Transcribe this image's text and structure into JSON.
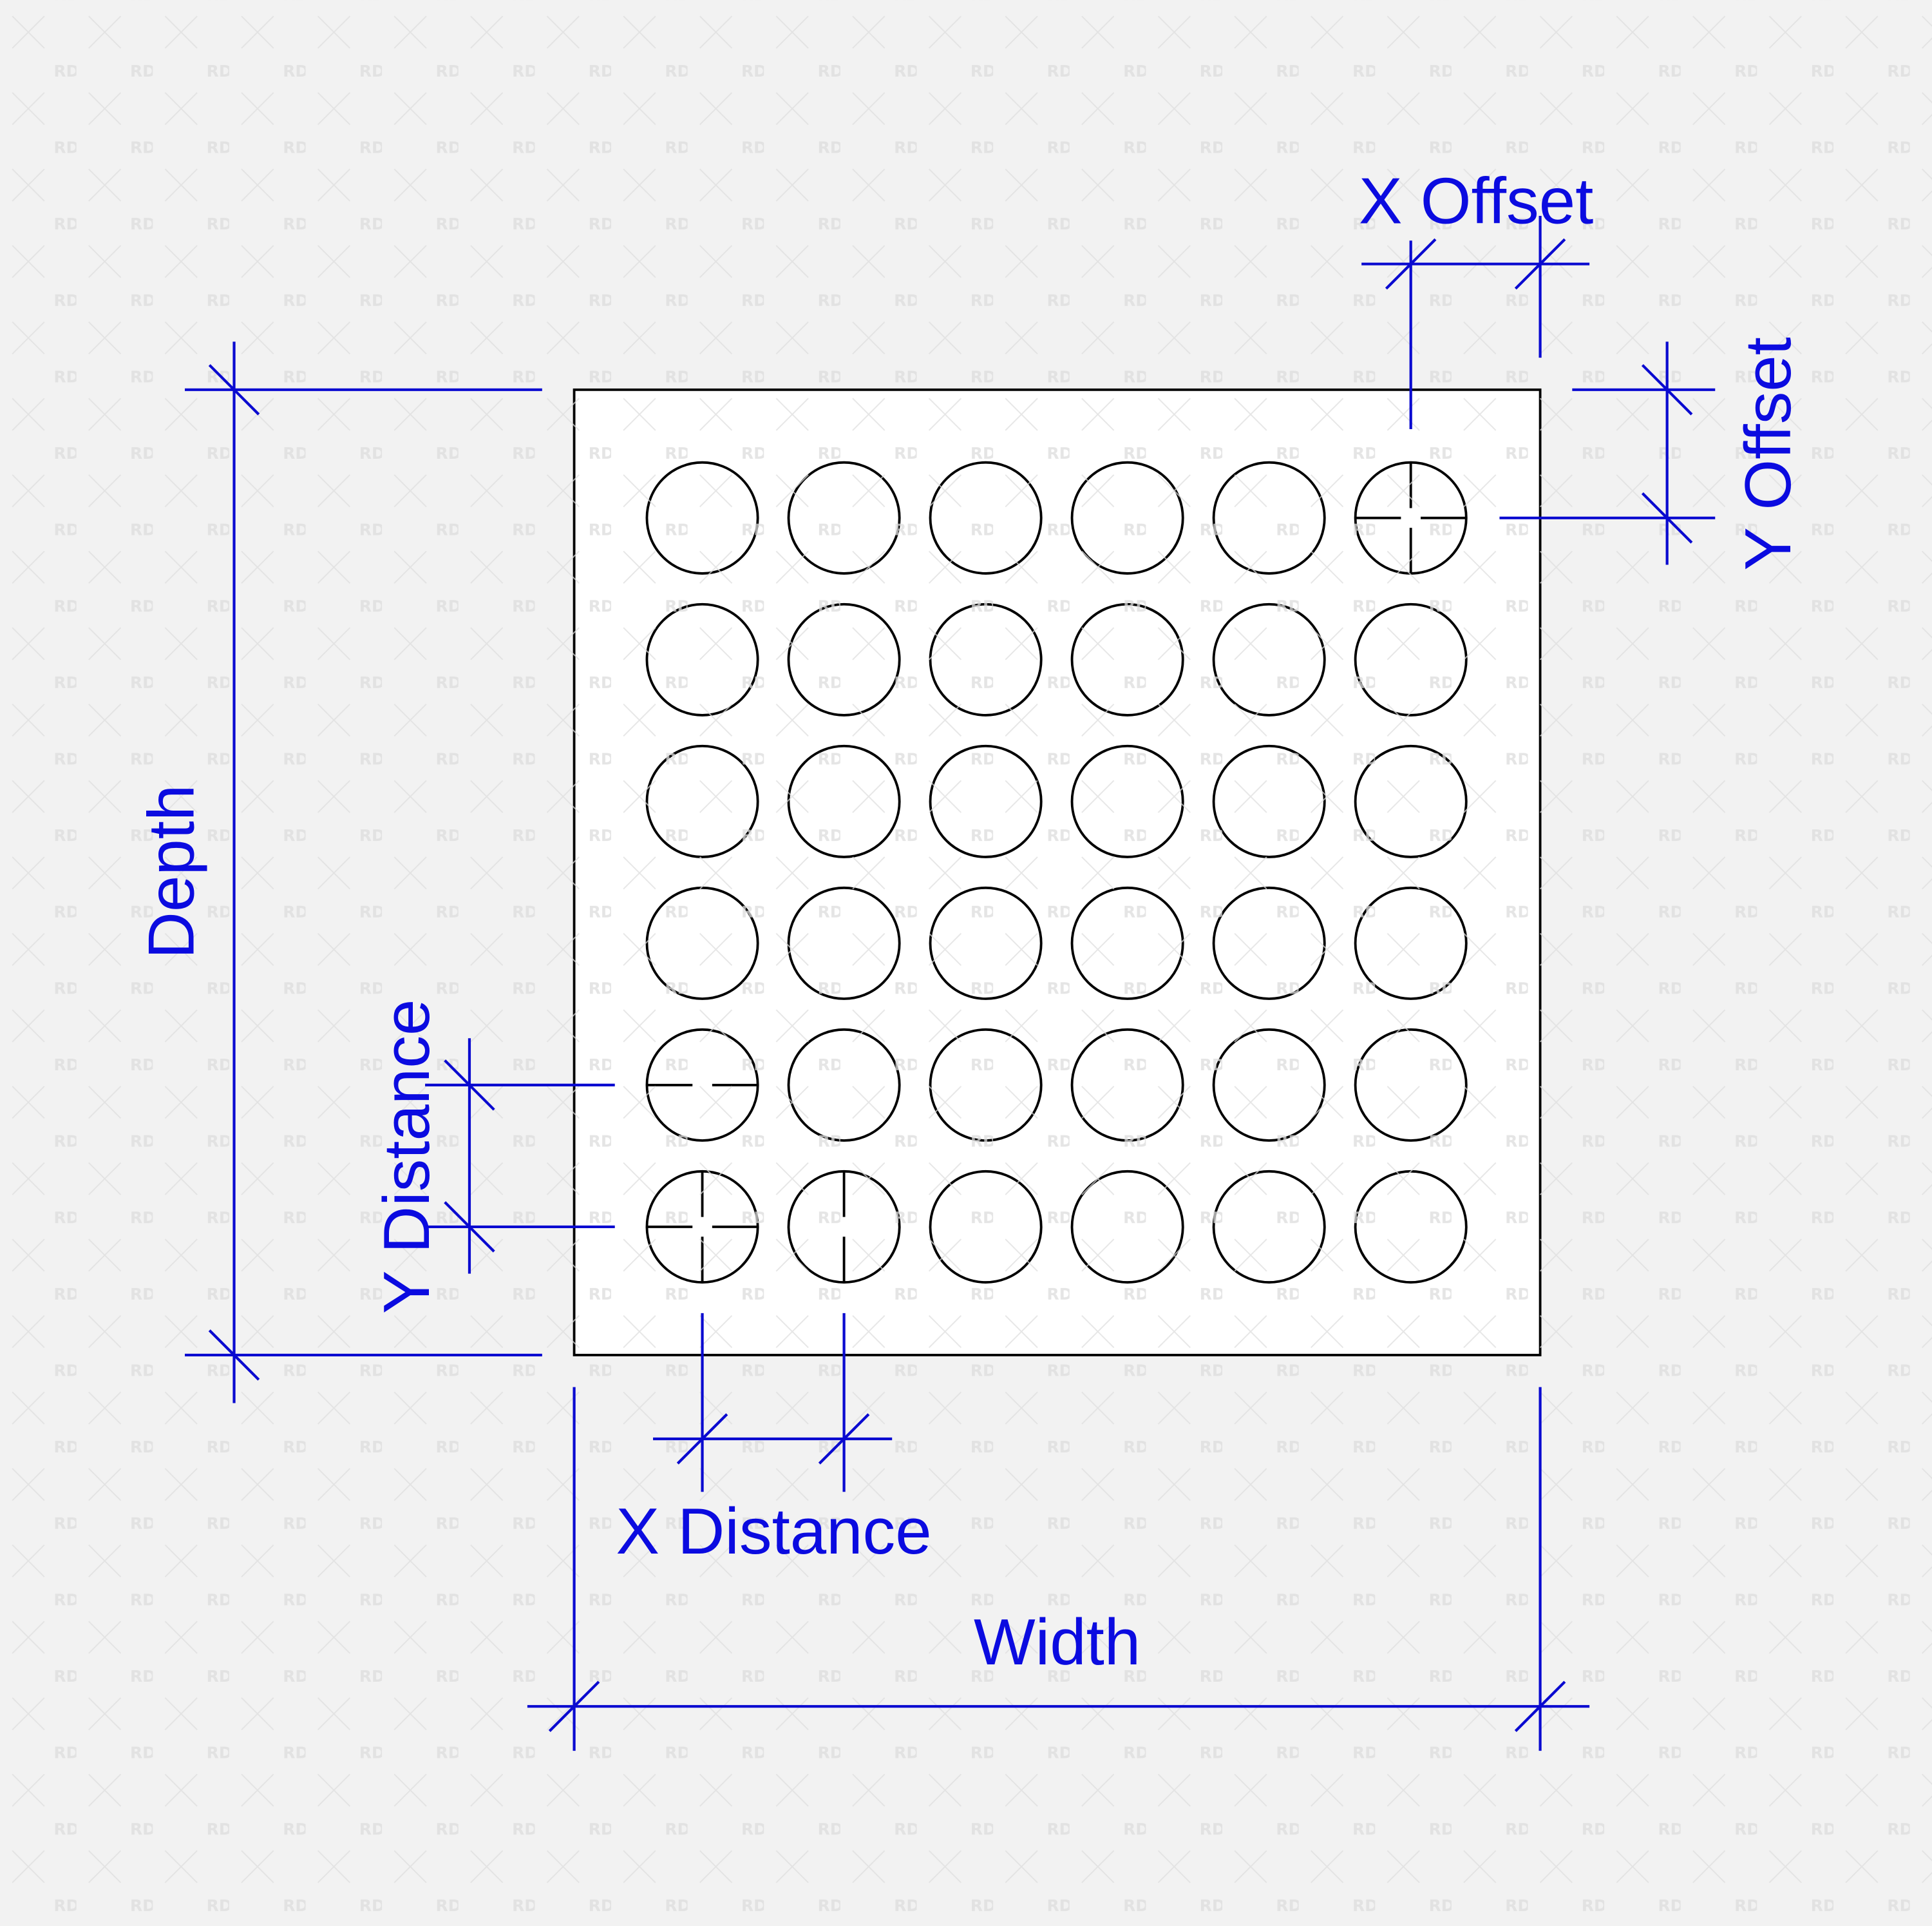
{
  "watermark": {
    "text": "RD"
  },
  "plate": {
    "rows": 6,
    "columns": 6
  },
  "labels": {
    "width": "Width",
    "depth": "Depth",
    "x_offset": "X Offset",
    "y_offset": "Y Offset",
    "x_distance": "X Distance",
    "y_distance": "Y Distance"
  },
  "colors": {
    "dimension": "#0a0ad0",
    "outline": "#000000",
    "background": "#f2f2f2",
    "plate": "#ffffff"
  }
}
